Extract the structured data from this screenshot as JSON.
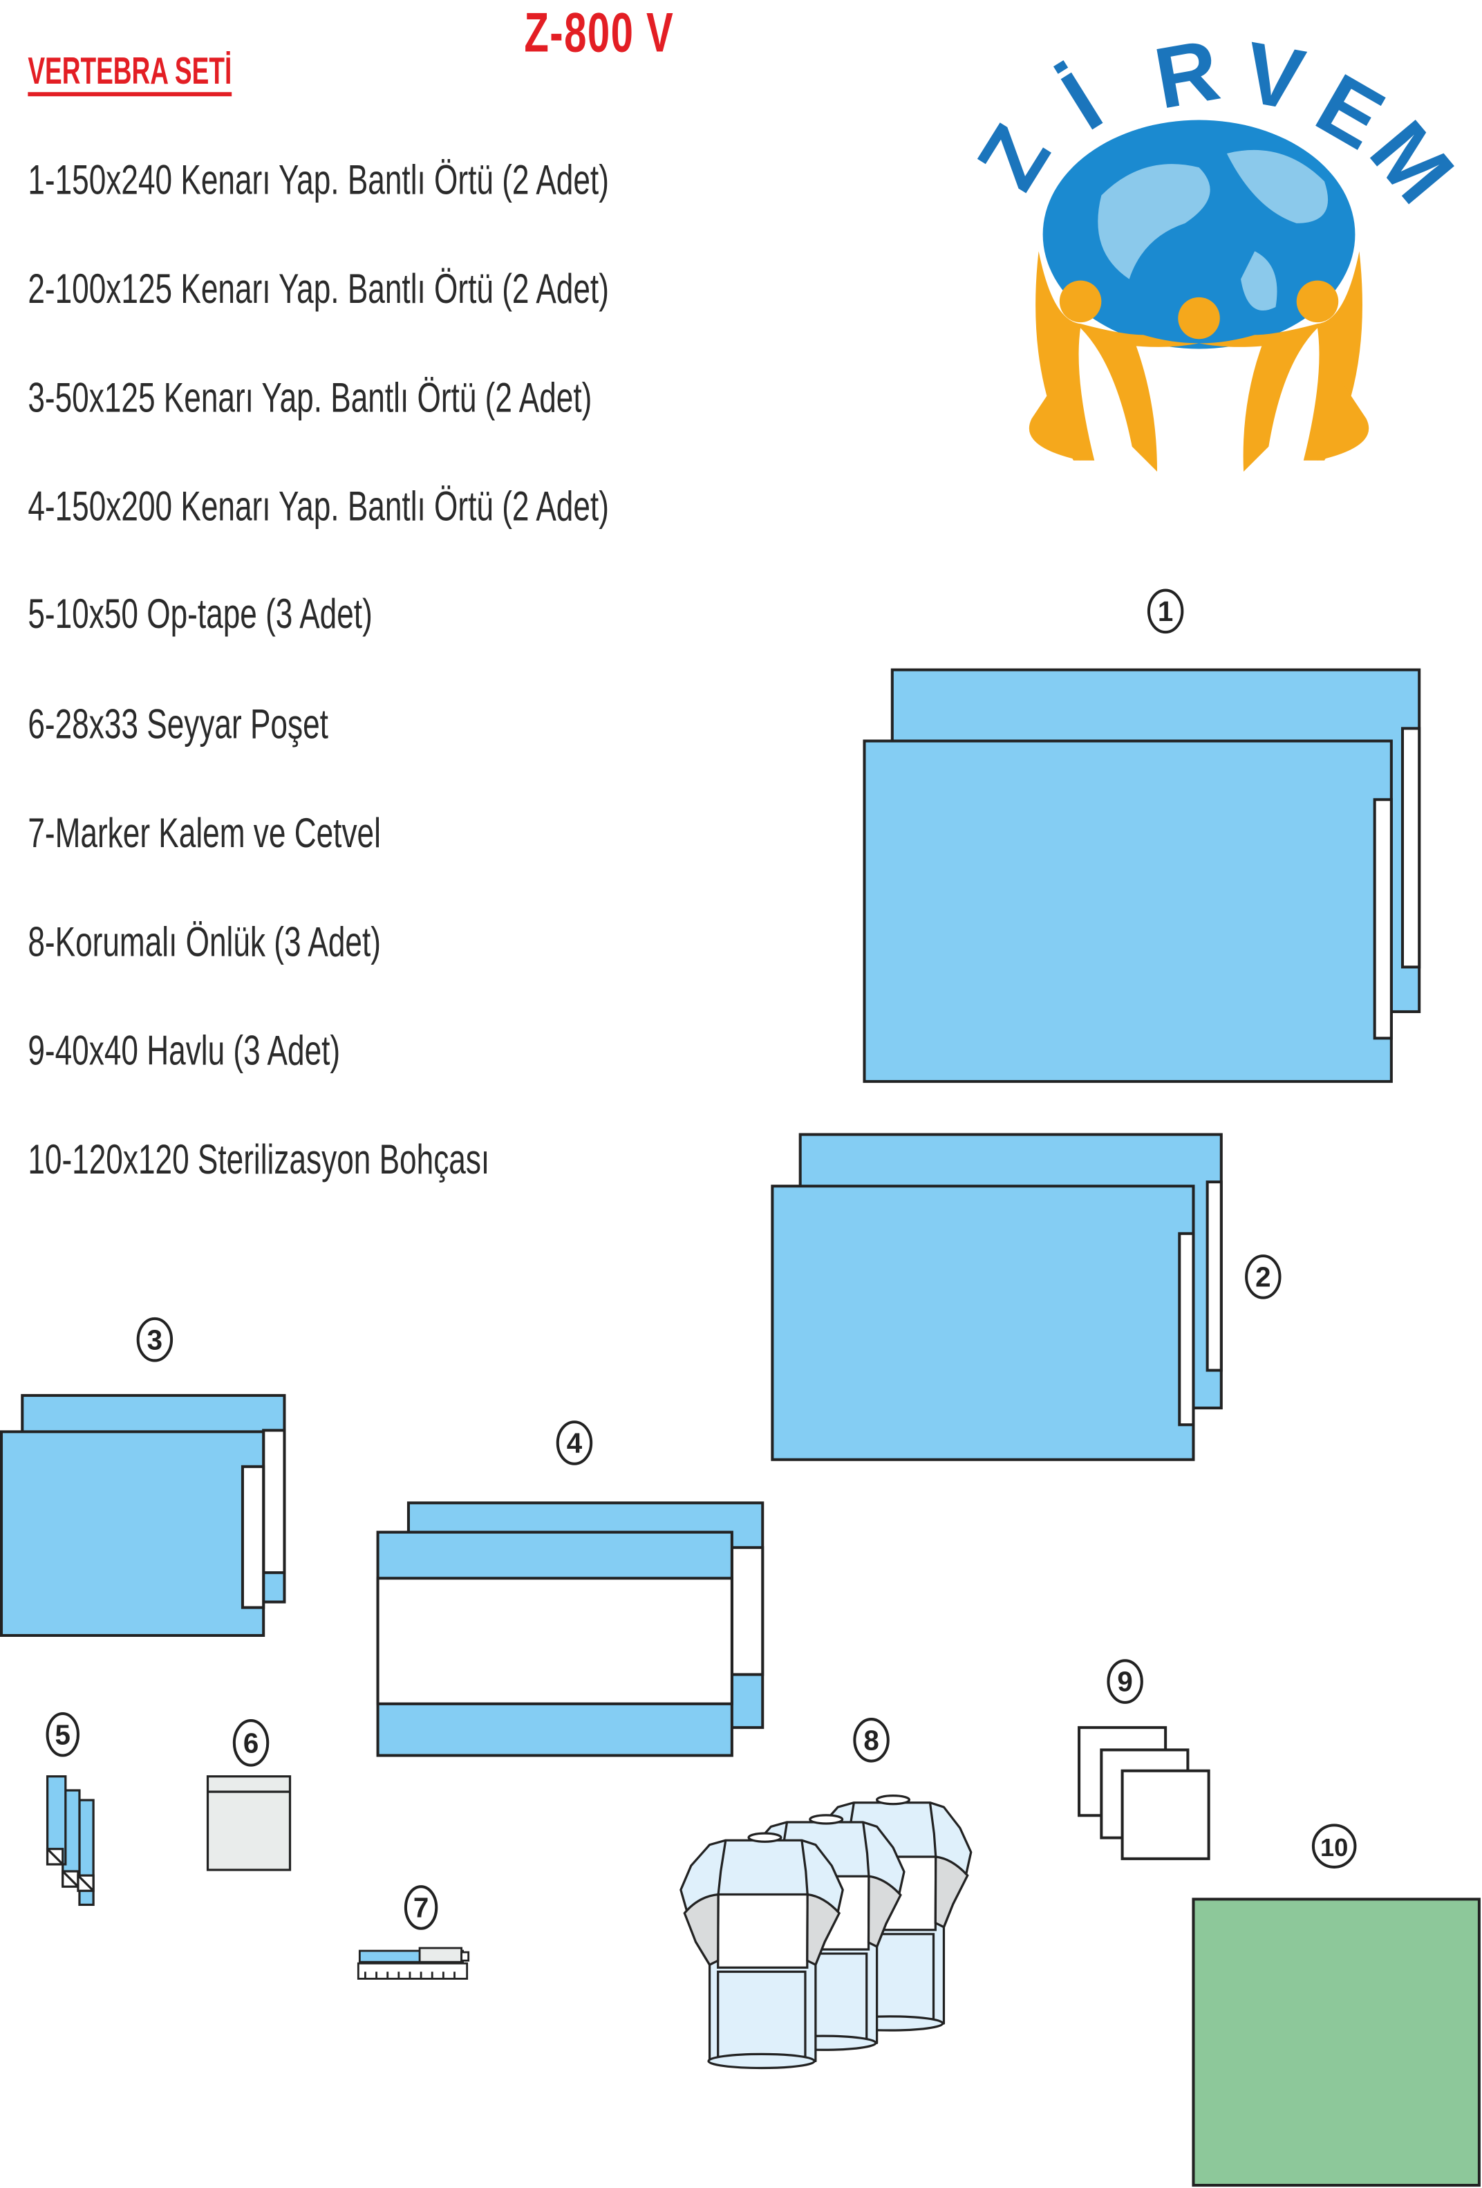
{
  "header": {
    "code": "Z-800 V",
    "set_title": "VERTEBRA SETİ"
  },
  "logo": {
    "letters": [
      "Z",
      "İ",
      "R",
      "V",
      "E",
      "M"
    ],
    "text": "ZİRVEM"
  },
  "items": [
    "1-150x240 Kenarı Yap. Bantlı Örtü (2 Adet)",
    "2-100x125 Kenarı Yap. Bantlı Örtü (2 Adet)",
    "3-50x125 Kenarı Yap. Bantlı Örtü (2 Adet)",
    "4-150x200 Kenarı Yap. Bantlı Örtü (2 Adet)",
    "5-10x50 Op-tape (3 Adet)",
    "6-28x33 Seyyar Poşet",
    "7-Marker Kalem ve Cetvel",
    "8-Korumalı Önlük (3 Adet)",
    "9-40x40 Havlu (3 Adet)",
    "10-120x120 Sterilizasyon Bohçası"
  ],
  "labels": [
    "1",
    "2",
    "3",
    "4",
    "5",
    "6",
    "7",
    "8",
    "9",
    "10"
  ],
  "colors": {
    "drape": "#84cdf3",
    "gown": "#dff0fb",
    "wrap": "#8dc89a",
    "accent": "#e31e24",
    "logo_blue": "#1b75bc",
    "logo_orange": "#f5a81c"
  }
}
